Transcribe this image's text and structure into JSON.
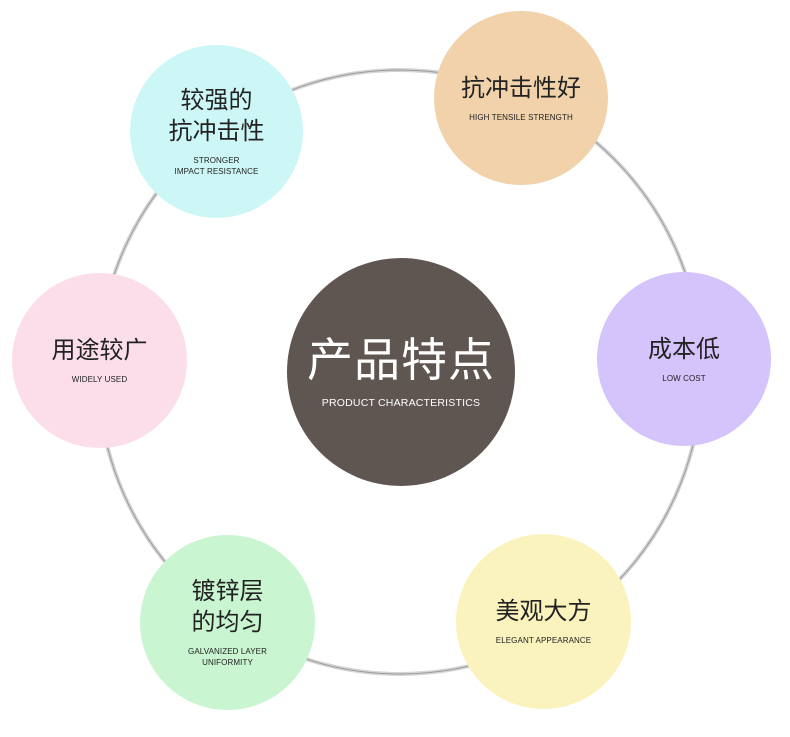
{
  "center": {
    "title": "产品特点",
    "subtitle": "PRODUCT CHARACTERISTICS"
  },
  "features": [
    {
      "title": "较强的\n抗冲击性",
      "subtitle": "STRONGER\nIMPACT RESISTANCE",
      "color": "#cdf7f6"
    },
    {
      "title": "抗冲击性好",
      "subtitle": "HIGH TENSILE STRENGTH",
      "color": "#f1d2aa"
    },
    {
      "title": "用途较广",
      "subtitle": "WIDELY USED",
      "color": "#fcdeeb"
    },
    {
      "title": "成本低",
      "subtitle": "LOW COST",
      "color": "#d5c3fb"
    },
    {
      "title": "镀锌层\n的均匀",
      "subtitle": "GALVANIZED LAYER\nUNIFORMITY",
      "color": "#c9f5d1"
    },
    {
      "title": "美观大方",
      "subtitle": "ELEGANT APPEARANCE",
      "color": "#faf3bd"
    }
  ],
  "colors": {
    "center_fill": "#5f5652",
    "ring_stroke": "#c8c8c8"
  }
}
